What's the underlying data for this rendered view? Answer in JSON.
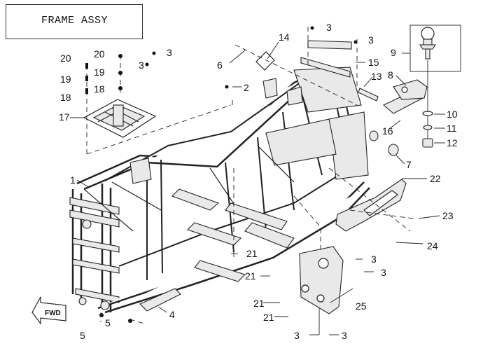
{
  "diagram": {
    "title": "FRAME ASSY",
    "callouts": {
      "c1": "1",
      "c2": "2",
      "c3a": "3",
      "c3b": "3",
      "c3c": "3",
      "c3d": "3",
      "c3e": "3",
      "c3f": "3",
      "c3g": "3",
      "c3h": "3",
      "c4": "4",
      "c5a": "5",
      "c5b": "5",
      "c6": "6",
      "c7": "7",
      "c8": "8",
      "c9": "9",
      "c10": "10",
      "c11": "11",
      "c12": "12",
      "c13": "13",
      "c14": "14",
      "c15": "15",
      "c16": "16",
      "c17": "17",
      "c18a": "18",
      "c18b": "18",
      "c19a": "19",
      "c19b": "19",
      "c20a": "20",
      "c20b": "20",
      "c21a": "21",
      "c21b": "21",
      "c21c": "21",
      "c21d": "21",
      "c22": "22",
      "c23": "23",
      "c24": "24",
      "c25": "25"
    },
    "direction_arrow_label": "FWD"
  }
}
